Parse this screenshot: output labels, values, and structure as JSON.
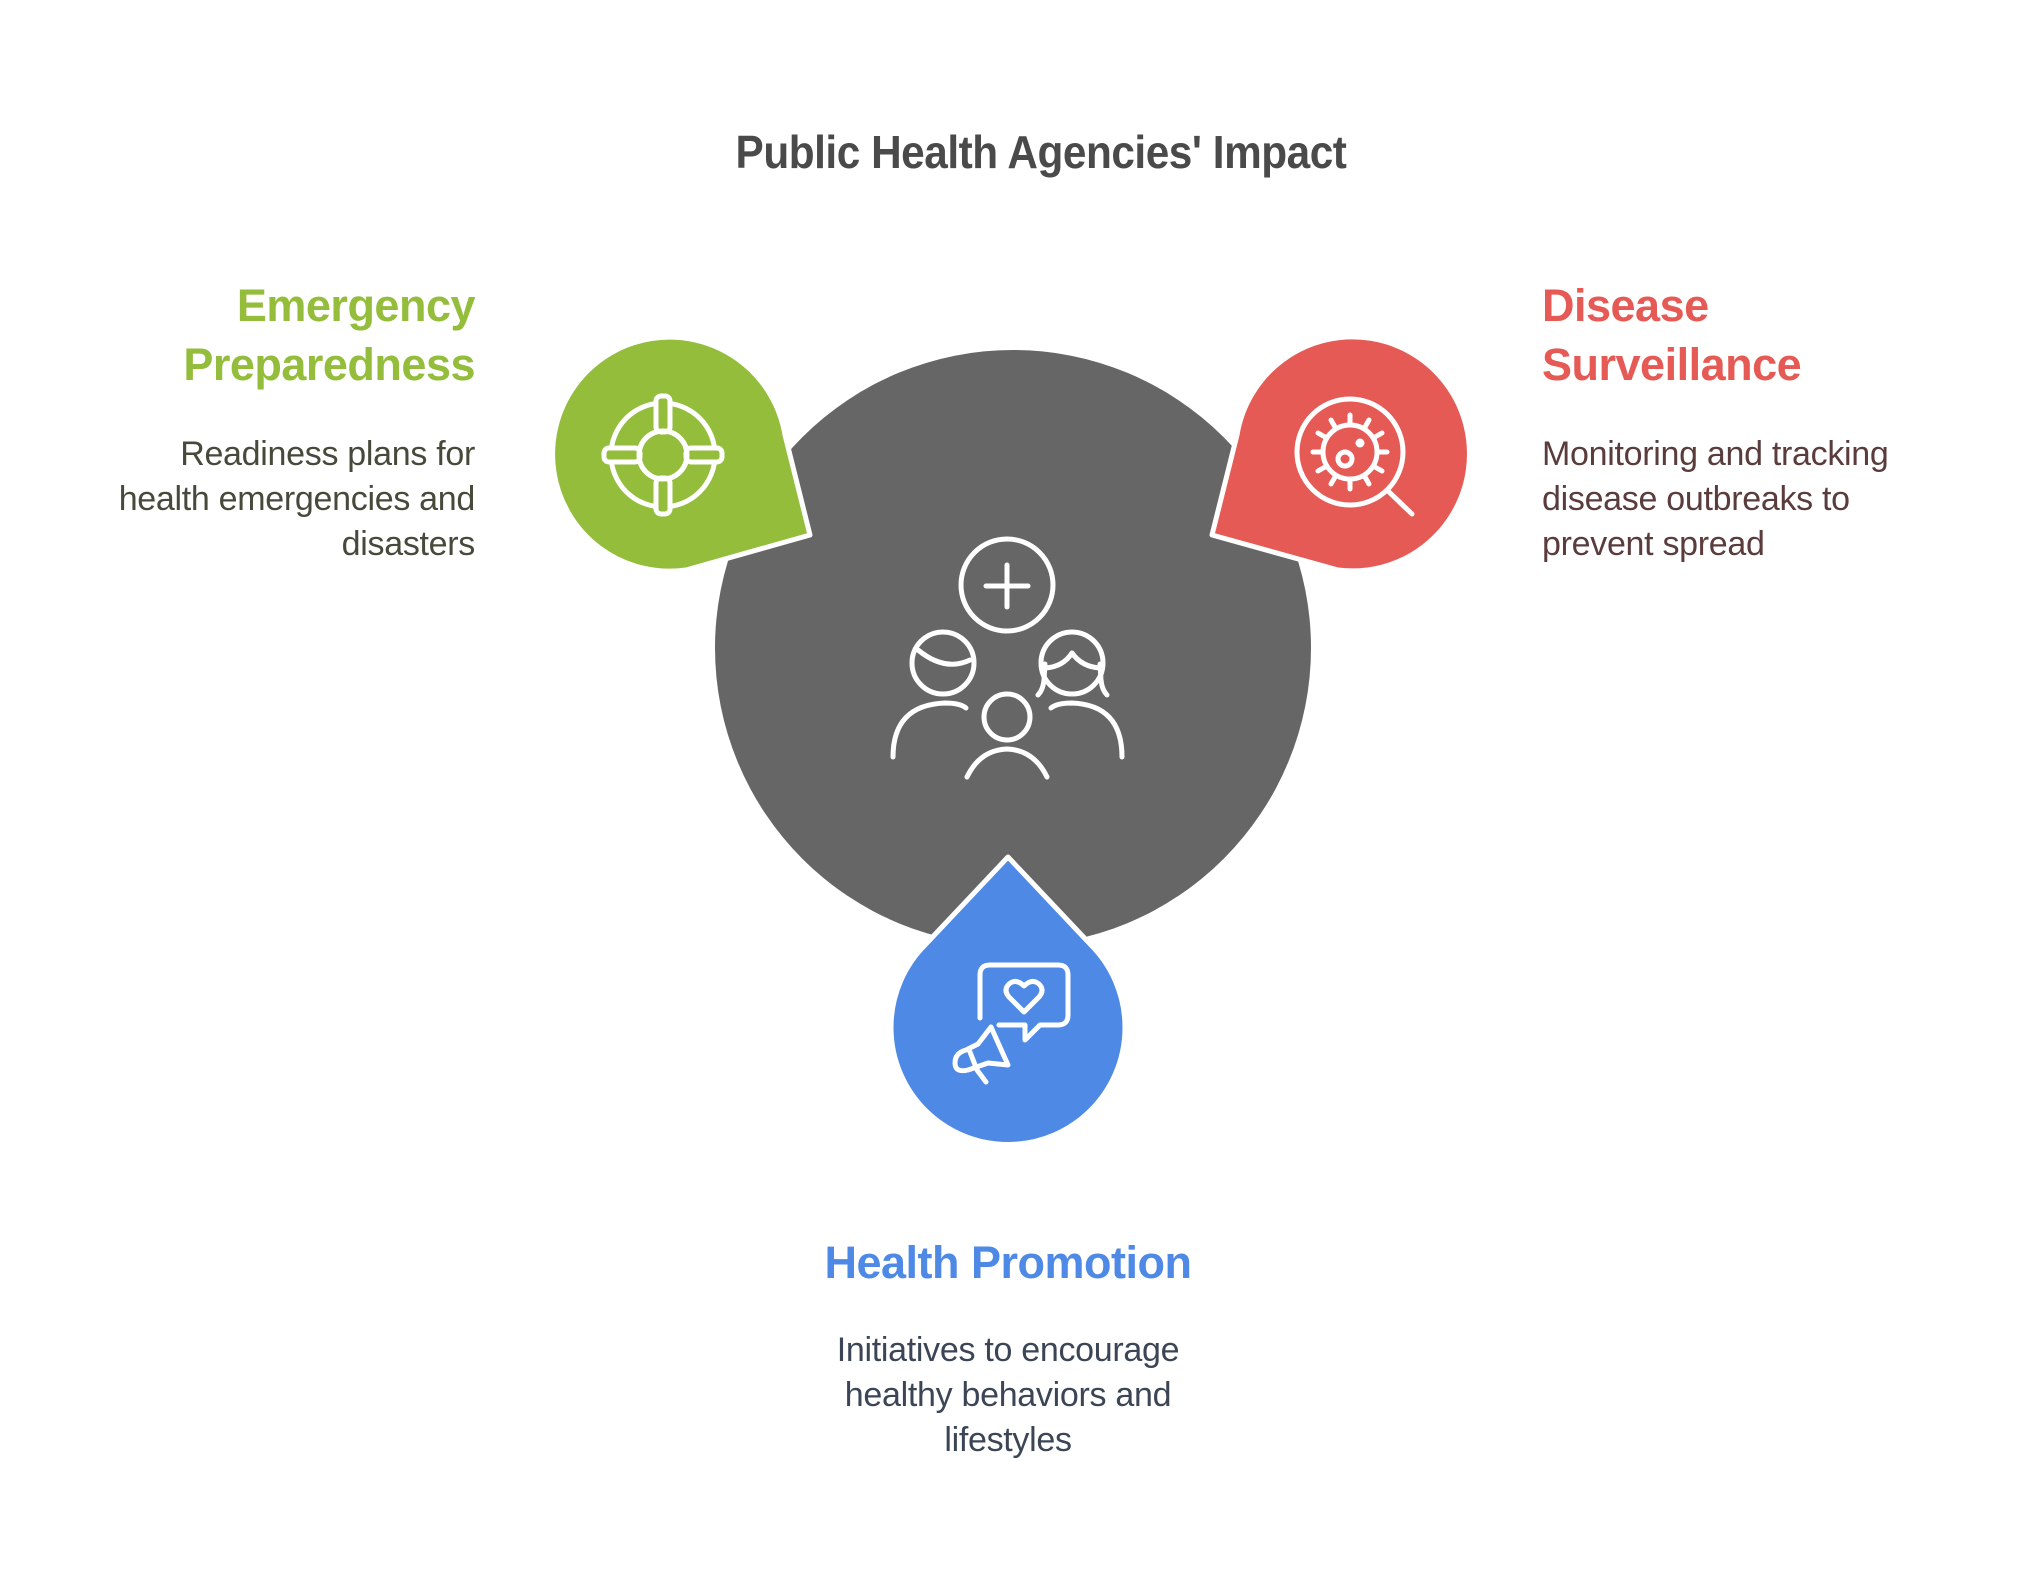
{
  "title": "Public Health Agencies' Impact",
  "colors": {
    "center": "#666666",
    "emergency": "#93bd3b",
    "surveillance": "#e55a55",
    "promotion": "#4e89e5",
    "title": "#4a4a4a"
  },
  "center_node": {
    "icon": "community-health-icon"
  },
  "items": [
    {
      "id": "emergency-preparedness",
      "heading_lines": [
        "Emergency",
        "Preparedness"
      ],
      "description_lines": [
        "Readiness plans for",
        "health emergencies and",
        "disasters"
      ],
      "icon": "lifebuoy-icon",
      "color": "#93bd3b",
      "text_color": "#47493a",
      "position": "left"
    },
    {
      "id": "disease-surveillance",
      "heading_lines": [
        "Disease",
        "Surveillance"
      ],
      "description_lines": [
        "Monitoring and tracking",
        "disease outbreaks to",
        "prevent spread"
      ],
      "icon": "virus-magnifier-icon",
      "color": "#e55a55",
      "text_color": "#5a3c3c",
      "position": "right"
    },
    {
      "id": "health-promotion",
      "heading_lines": [
        "Health Promotion"
      ],
      "description_lines": [
        "Initiatives to encourage",
        "healthy behaviors and",
        "lifestyles"
      ],
      "icon": "megaphone-heart-icon",
      "color": "#4e89e5",
      "text_color": "#3b4556",
      "position": "bottom"
    }
  ]
}
